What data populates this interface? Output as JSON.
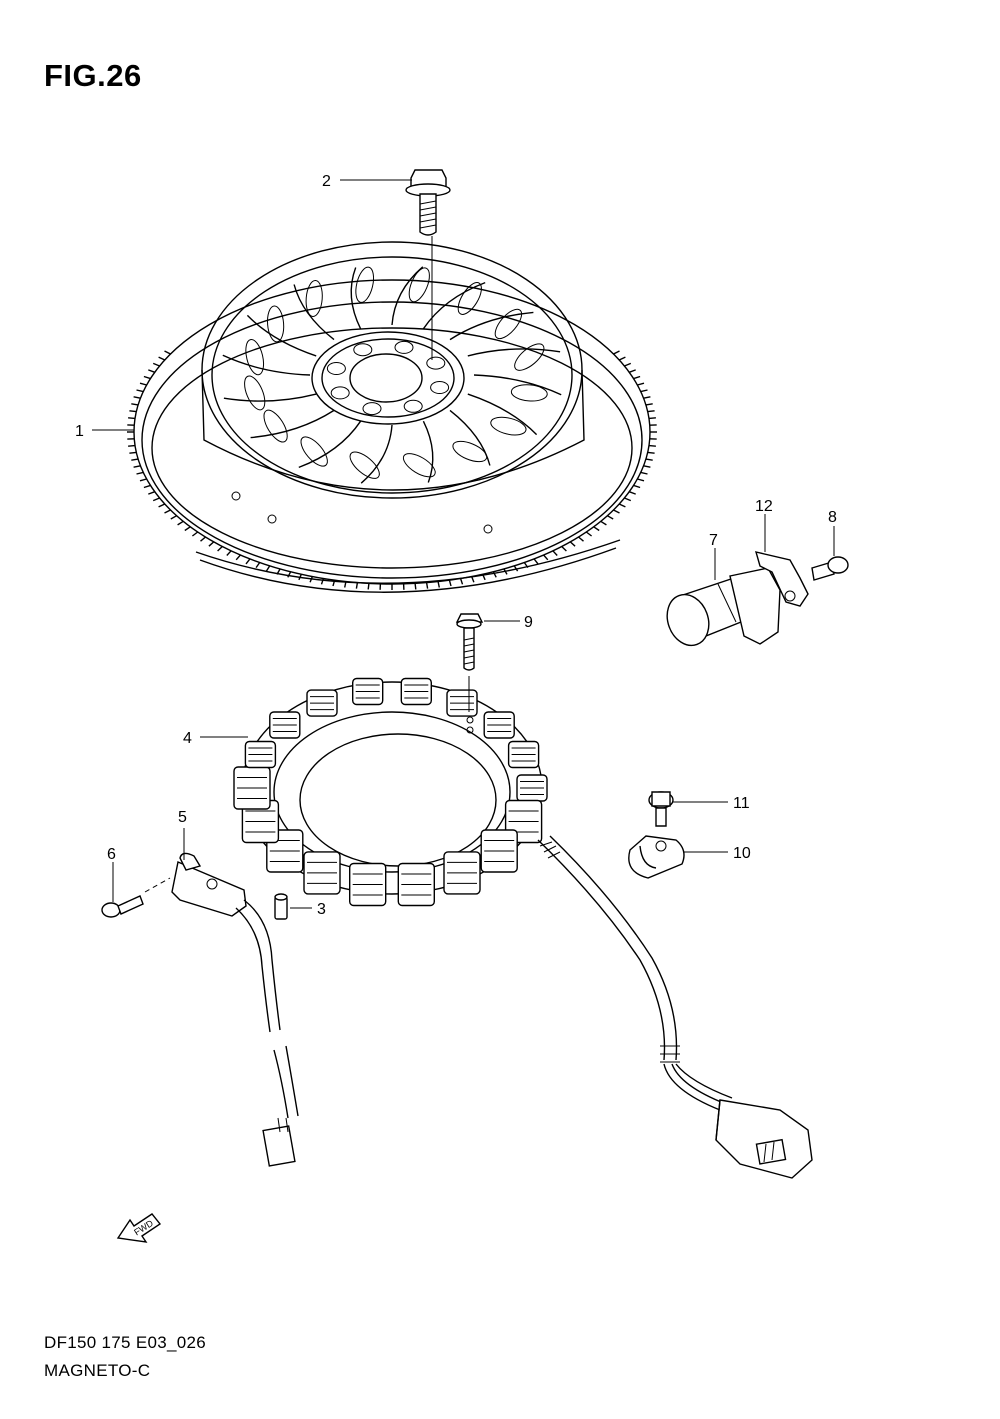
{
  "figure": {
    "title": "FIG.26"
  },
  "footer": {
    "code": "DF150 175 E03_026",
    "name": "MAGNETO-C"
  },
  "callouts": [
    {
      "id": "1",
      "label": "1",
      "part": "flywheel"
    },
    {
      "id": "2",
      "label": "2",
      "part": "flywheel-bolt"
    },
    {
      "id": "3",
      "label": "3",
      "part": "dowel-pin"
    },
    {
      "id": "4",
      "label": "4",
      "part": "stator"
    },
    {
      "id": "5",
      "label": "5",
      "part": "pulser-coil"
    },
    {
      "id": "6",
      "label": "6",
      "part": "pulser-screw"
    },
    {
      "id": "7",
      "label": "7",
      "part": "sensor"
    },
    {
      "id": "8",
      "label": "8",
      "part": "sensor-screw"
    },
    {
      "id": "9",
      "label": "9",
      "part": "stator-bolt"
    },
    {
      "id": "10",
      "label": "10",
      "part": "clamp"
    },
    {
      "id": "11",
      "label": "11",
      "part": "clamp-bolt"
    },
    {
      "id": "12",
      "label": "12",
      "part": "sensor-bracket"
    }
  ],
  "fwd_arrow": {
    "label": "FWD"
  }
}
